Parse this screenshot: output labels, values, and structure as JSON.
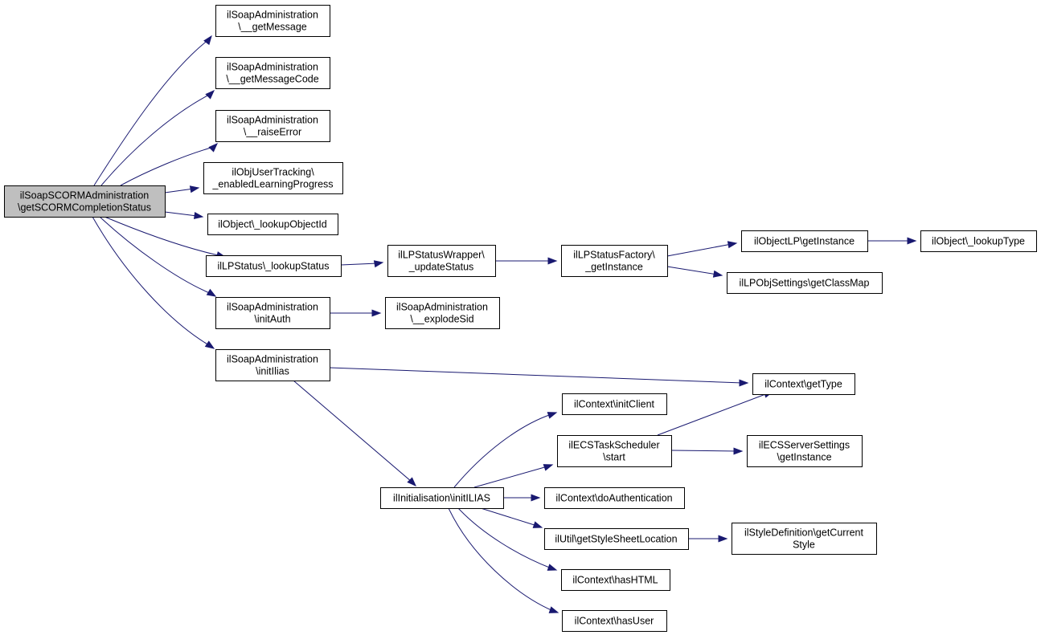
{
  "colors": {
    "edge": "#191970",
    "node_fill": "#ffffff",
    "root_fill": "#bfbfbf",
    "node_border": "#000000"
  },
  "nodes": [
    {
      "id": "root",
      "lines": [
        "ilSoapSCORMAdministration",
        "\\getSCORMCompletionStatus"
      ],
      "highlight": true
    },
    {
      "id": "getMessage",
      "lines": [
        "ilSoapAdministration",
        "\\__getMessage"
      ]
    },
    {
      "id": "getMessageCode",
      "lines": [
        "ilSoapAdministration",
        "\\__getMessageCode"
      ]
    },
    {
      "id": "raiseError",
      "lines": [
        "ilSoapAdministration",
        "\\__raiseError"
      ]
    },
    {
      "id": "enabledLP",
      "lines": [
        "ilObjUserTracking\\",
        "_enabledLearningProgress"
      ]
    },
    {
      "id": "lookupObjectId",
      "lines": [
        "ilObject\\_lookupObjectId"
      ]
    },
    {
      "id": "lookupStatus",
      "lines": [
        "ilLPStatus\\_lookupStatus"
      ]
    },
    {
      "id": "initAuth",
      "lines": [
        "ilSoapAdministration",
        "\\initAuth"
      ]
    },
    {
      "id": "initIlias",
      "lines": [
        "ilSoapAdministration",
        "\\initIlias"
      ]
    },
    {
      "id": "updateStatus",
      "lines": [
        "ilLPStatusWrapper\\",
        "_updateStatus"
      ]
    },
    {
      "id": "explodeSid",
      "lines": [
        "ilSoapAdministration",
        "\\__explodeSid"
      ]
    },
    {
      "id": "lpFactory",
      "lines": [
        "ilLPStatusFactory\\",
        "_getInstance"
      ]
    },
    {
      "id": "objLPInstance",
      "lines": [
        "ilObjectLP\\getInstance"
      ]
    },
    {
      "id": "lookupType",
      "lines": [
        "ilObject\\_lookupType"
      ]
    },
    {
      "id": "classMap",
      "lines": [
        "ilLPObjSettings\\getClassMap"
      ]
    },
    {
      "id": "getType",
      "lines": [
        "ilContext\\getType"
      ]
    },
    {
      "id": "initILIAS",
      "lines": [
        "ilInitialisation\\initILIAS"
      ]
    },
    {
      "id": "initClient",
      "lines": [
        "ilContext\\initClient"
      ]
    },
    {
      "id": "ecsStart",
      "lines": [
        "ilECSTaskScheduler",
        "\\start"
      ]
    },
    {
      "id": "ecsSettings",
      "lines": [
        "ilECSServerSettings",
        "\\getInstance"
      ]
    },
    {
      "id": "doAuth",
      "lines": [
        "ilContext\\doAuthentication"
      ]
    },
    {
      "id": "styleSheet",
      "lines": [
        "ilUtil\\getStyleSheetLocation"
      ]
    },
    {
      "id": "currentStyle",
      "lines": [
        "ilStyleDefinition\\getCurrent",
        "Style"
      ]
    },
    {
      "id": "hasHTML",
      "lines": [
        "ilContext\\hasHTML"
      ]
    },
    {
      "id": "hasUser",
      "lines": [
        "ilContext\\hasUser"
      ]
    }
  ],
  "edges": [
    [
      "root",
      "getMessage"
    ],
    [
      "root",
      "getMessageCode"
    ],
    [
      "root",
      "raiseError"
    ],
    [
      "root",
      "enabledLP"
    ],
    [
      "root",
      "lookupObjectId"
    ],
    [
      "root",
      "lookupStatus"
    ],
    [
      "root",
      "initAuth"
    ],
    [
      "root",
      "initIlias"
    ],
    [
      "lookupStatus",
      "updateStatus"
    ],
    [
      "updateStatus",
      "lpFactory"
    ],
    [
      "lpFactory",
      "objLPInstance"
    ],
    [
      "lpFactory",
      "classMap"
    ],
    [
      "objLPInstance",
      "lookupType"
    ],
    [
      "initAuth",
      "explodeSid"
    ],
    [
      "initIlias",
      "getType"
    ],
    [
      "initIlias",
      "initILIAS"
    ],
    [
      "initILIAS",
      "initClient"
    ],
    [
      "initILIAS",
      "ecsStart"
    ],
    [
      "initILIAS",
      "doAuth"
    ],
    [
      "initILIAS",
      "styleSheet"
    ],
    [
      "initILIAS",
      "hasHTML"
    ],
    [
      "initILIAS",
      "hasUser"
    ],
    [
      "ecsStart",
      "getType"
    ],
    [
      "ecsStart",
      "ecsSettings"
    ],
    [
      "styleSheet",
      "currentStyle"
    ]
  ]
}
